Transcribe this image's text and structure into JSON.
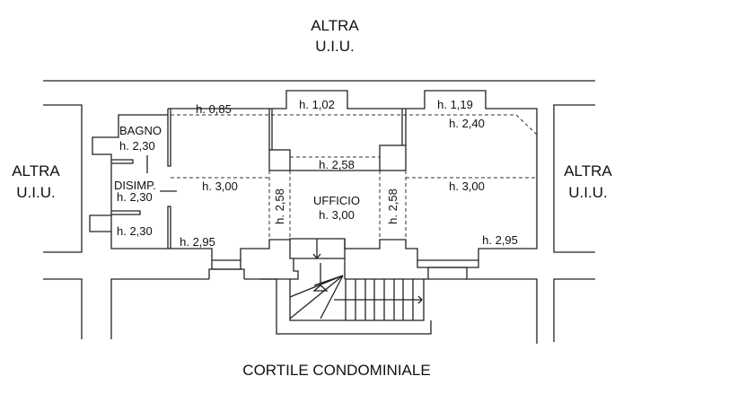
{
  "neighbors": {
    "top": {
      "line1": "ALTRA",
      "line2": "U.I.U."
    },
    "left": {
      "line1": "ALTRA",
      "line2": "U.I.U."
    },
    "right": {
      "line1": "ALTRA",
      "line2": "U.I.U."
    }
  },
  "courtyard": "CORTILE CONDOMINIALE",
  "rooms": {
    "bagno": {
      "name": "BAGNO",
      "height": "h. 2,30"
    },
    "disimp": {
      "name": "DISIMP.",
      "height": "h. 2,30"
    },
    "closet_height": "h. 2,30",
    "ufficio": {
      "name": "UFFICIO",
      "height": "h. 3,00"
    }
  },
  "heights": {
    "left_top": "h. 0,85",
    "center_top": "h. 1,02",
    "right_top": "h. 1,19",
    "right_upper": "h. 2,40",
    "center_upper": "h. 2,58",
    "left_mid": "h. 3,00",
    "right_mid": "h. 3,00",
    "left_passage": "h. 2,58",
    "right_passage": "h. 2,58",
    "left_bottom": "h. 2,95",
    "right_bottom": "h. 2,95"
  }
}
